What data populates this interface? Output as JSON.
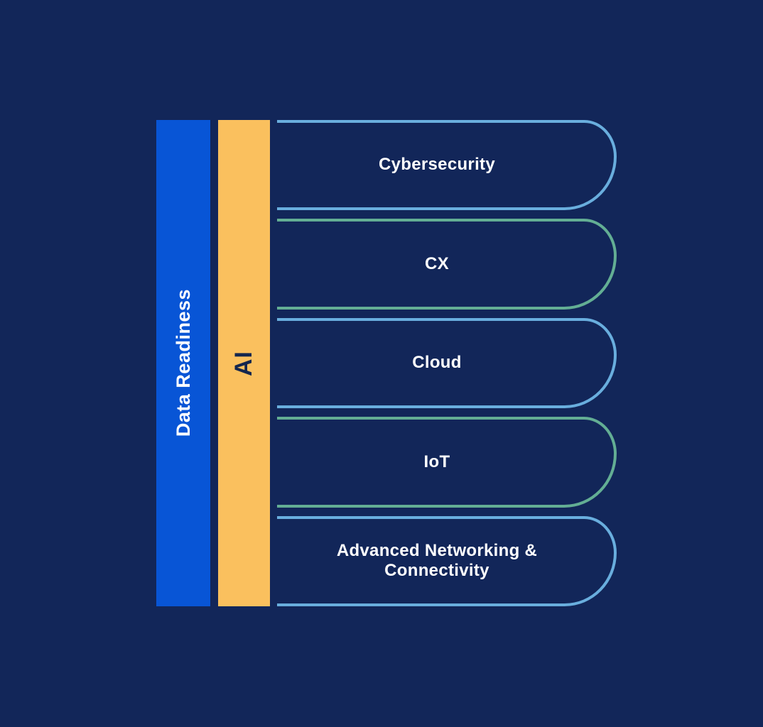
{
  "canvas": {
    "background_color": "#122659"
  },
  "left_bars": [
    {
      "id": "data-readiness",
      "label": "Data Readiness",
      "bar_color": "#0855D6",
      "text_color": "#FFFFFF"
    },
    {
      "id": "ai",
      "label": "AI",
      "bar_color": "#FAC05E",
      "text_color": "#14264E"
    }
  ],
  "pillars": [
    {
      "label": "Cybersecurity",
      "outline_color": "#69AEDE"
    },
    {
      "label": "CX",
      "outline_color": "#63AE94"
    },
    {
      "label": "Cloud",
      "outline_color": "#69AEDE"
    },
    {
      "label": "IoT",
      "outline_color": "#63AE94"
    },
    {
      "label": "Advanced Networking &\nConnectivity",
      "outline_color": "#69AEDE"
    }
  ]
}
